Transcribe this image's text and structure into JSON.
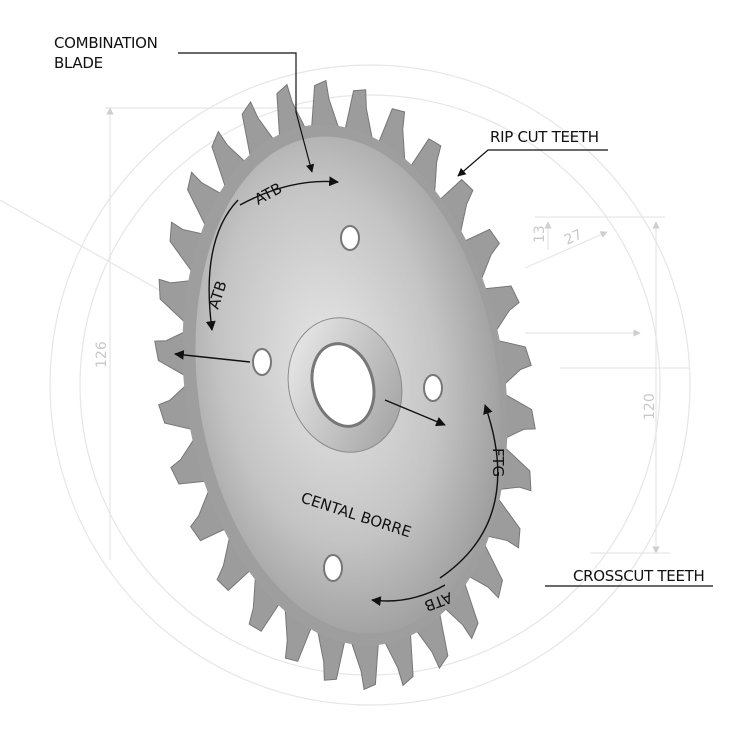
{
  "callouts": {
    "combination_blade_line1": "COMBINATION",
    "combination_blade_line2": "BLADE",
    "rip_cut_teeth": "RIP CUT TEETH",
    "crosscut_teeth": "CROSSCUT TEETH"
  },
  "blade_labels": {
    "atb_top": "ATB",
    "atb_left": "ATB",
    "ftg": "FTG",
    "atb_bottom": "ATB",
    "central_bore": "CENTAL BORRE"
  },
  "dimensions": {
    "left_height": "126",
    "right_height": "120",
    "tooth_height": "13",
    "tooth_angle": "27"
  },
  "colors": {
    "blade_light": "#d6d6d6",
    "blade_dark": "#8a8a8a",
    "teeth": "#9c9c9c",
    "sketch_lines": "#e3e3e3",
    "text": "#111111"
  },
  "blade": {
    "teeth_count": 30
  }
}
